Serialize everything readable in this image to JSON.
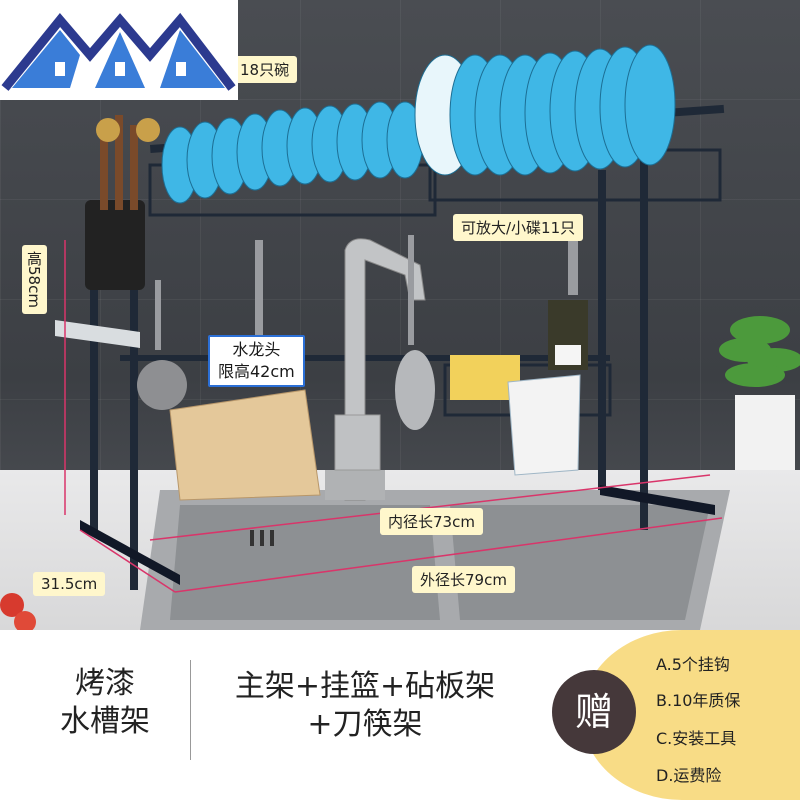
{
  "logo": {
    "name": "house-logo"
  },
  "annotations": {
    "bowls_top": "18只碗",
    "plates": "可放大/小碟11只",
    "height": "高58cm",
    "faucet_line1": "水龙头",
    "faucet_line2": "限高42cm",
    "inner_length": "内径长73cm",
    "outer_length": "外径长79cm",
    "depth": "31.5cm"
  },
  "bottom": {
    "product_name_line1": "烤漆",
    "product_name_line2": "水槽架",
    "main_items_line1": "主架+挂篮+砧板架",
    "main_items_line2": "+刀筷架",
    "gift_badge": "赠",
    "gifts": [
      "A.5个挂钩",
      "B.10年质保",
      "C.安装工具",
      "D.运费险"
    ]
  },
  "colors": {
    "accent_gold": "#f8dc86",
    "gift_circle": "#45383a",
    "label_bg": "#fff7cc",
    "faucet_box_border": "#2b6fd6",
    "dimension_line": "#d9356a",
    "bowl_blue": "#3fb7e6"
  }
}
